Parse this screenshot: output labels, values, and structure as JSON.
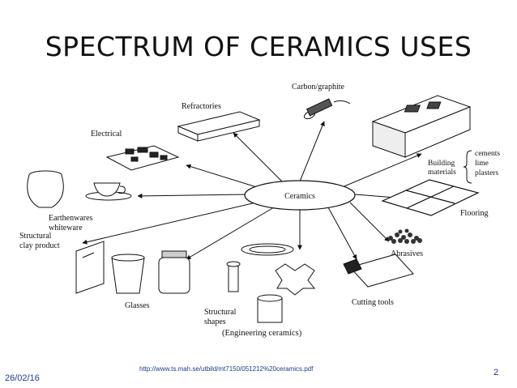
{
  "slide": {
    "title": "SPECTRUM OF CERAMICS USES",
    "source_url": "http://www.ts.mah.se/utbild/mt7150/051212%20ceramics.pdf",
    "date": "26/02/16",
    "page_number": "2"
  },
  "diagram": {
    "center_label": "Ceramics",
    "labels": {
      "refractories": "Refractories",
      "carbon": "Carbon/graphite",
      "electrical": "Electrical",
      "building_line1": "Building",
      "building_line2": "materials",
      "cements": "cements",
      "lime": "lime",
      "plasters": "plasters",
      "earthenwares": "Earthenwares",
      "whiteware": "whiteware",
      "flooring": "Flooring",
      "structural_clay_line1": "Structural",
      "structural_clay_line2": "clay product",
      "abrasives": "Abrasives",
      "glasses": "Glasses",
      "structural_shapes_line1": "Structural",
      "structural_shapes_line2": "shapes",
      "cutting_tools": "Cutting tools",
      "engineering": "(Engineering ceramics)"
    }
  }
}
